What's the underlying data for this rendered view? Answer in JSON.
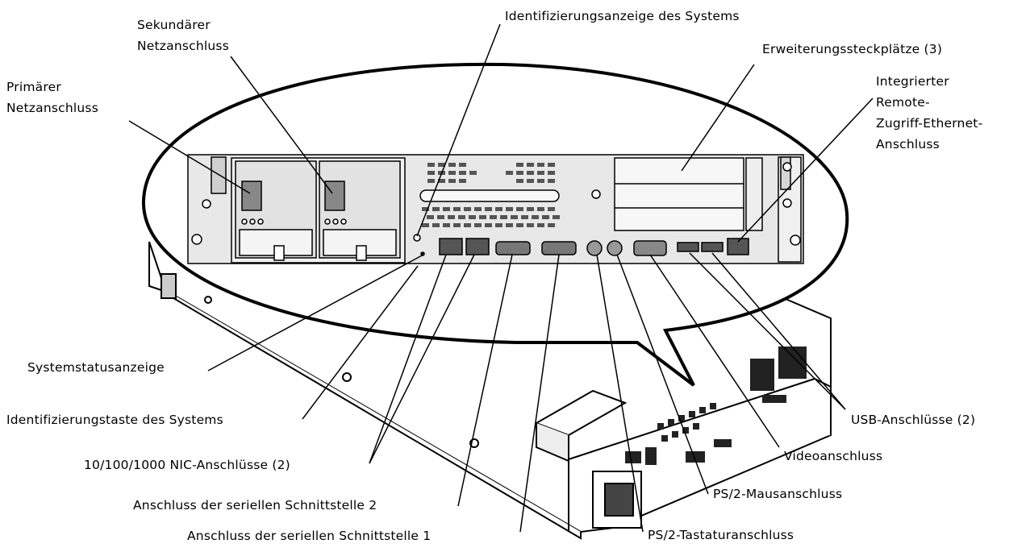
{
  "diagram": {
    "labels": {
      "secondary_power": [
        "Sekundärer",
        "Netzanschluss"
      ],
      "primary_power": [
        "Primärer",
        "Netzanschluss"
      ],
      "system_id_indicator": "Identifizierungsanzeige des Systems",
      "expansion_slots": "Erweiterungssteckplätze (3)",
      "remote_access": [
        "Integrierter",
        "Remote-",
        "Zugriff-Ethernet-",
        "Anschluss"
      ],
      "system_status": "Systemstatusanzeige",
      "system_id_button": "Identifizierungstaste des Systems",
      "nic": "10/100/1000 NIC-Anschlüsse (2)",
      "serial2": "Anschluss der seriellen Schnittstelle 2",
      "serial1": "Anschluss der seriellen Schnittstelle 1",
      "usb": "USB-Anschlüsse (2)",
      "video": "Videoanschluss",
      "ps2_mouse": "PS/2-Mausanschluss",
      "ps2_keyboard": "PS/2-Tastaturanschluss"
    }
  }
}
